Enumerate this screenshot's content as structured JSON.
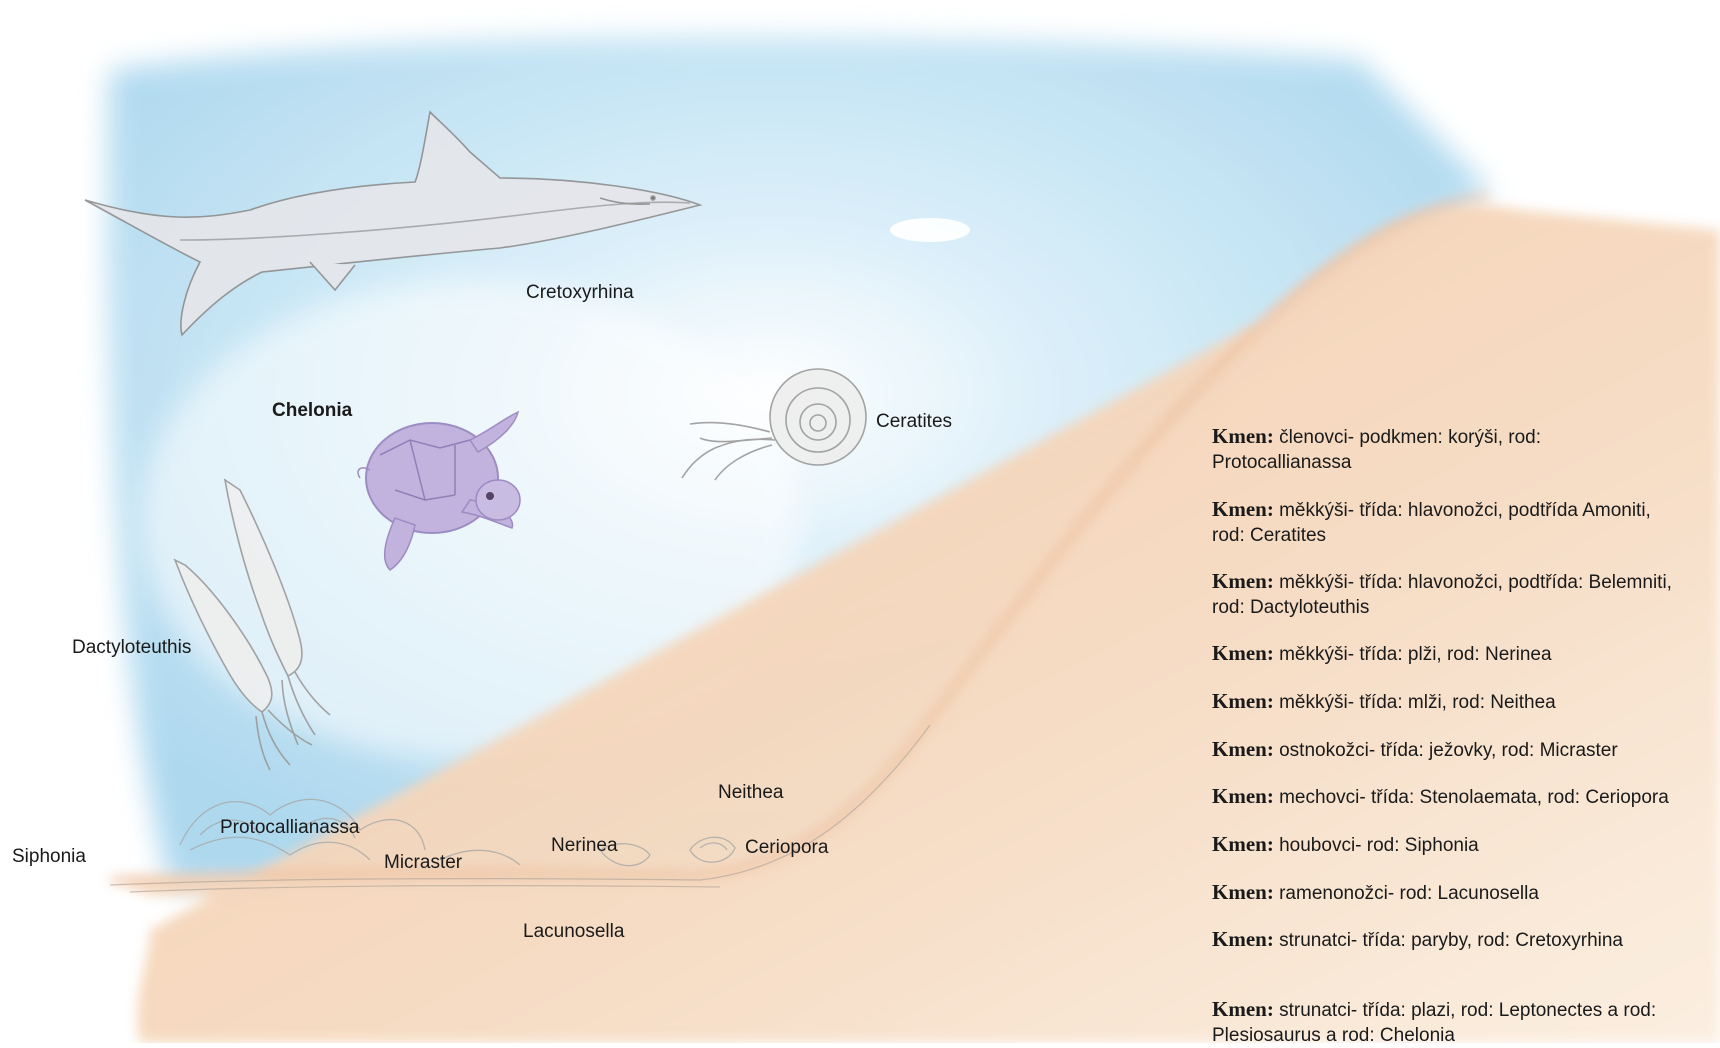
{
  "colors": {
    "water": "#a9d6ee",
    "water_pale": "#e9f5fb",
    "seabed": "#f1c6a0",
    "seabed_edge": "#f6dcc0",
    "turtle": "#b9a7d6",
    "sketch": "#9a9a9a"
  },
  "labels": {
    "cretoxyrhina": "Cretoxyrhina",
    "chelonia": "Chelonia",
    "ceratites": "Ceratites",
    "dactyloteuthis": "Dactyloteuthis",
    "siphonia": "Siphonia",
    "protocallianassa": "Protocallianassa",
    "micraster": "Micraster",
    "nerinea": "Nerinea",
    "neithea": "Neithea",
    "ceriopora": "Ceriopora",
    "lacunosella": "Lacunosella"
  },
  "legend": [
    {
      "key": "Kmen:",
      "text": " členovci- podkmen: korýši, rod:",
      "text2": "Protocallianassa"
    },
    {
      "key": "Kmen:",
      "text": " měkkýši- třída: hlavonožci, podtřída Amoniti,",
      "text2": "rod: Ceratites"
    },
    {
      "key": "Kmen:",
      "text": " měkkýši- třída: hlavonožci, podtřída: Belemniti,",
      "text2": "rod: Dactyloteuthis"
    },
    {
      "key": "Kmen:",
      "text": " měkkýši- třída: plži, rod: Nerinea",
      "text2": ""
    },
    {
      "key": "Kmen:",
      "text": " měkkýši- třída: mlži, rod: Neithea",
      "text2": ""
    },
    {
      "key": "Kmen:",
      "text": " ostnokožci- třída: ježovky, rod: Micraster",
      "text2": ""
    },
    {
      "key": "Kmen:",
      "text": " mechovci- třída: Stenolaemata, rod: Ceriopora",
      "text2": ""
    },
    {
      "key": "Kmen:",
      "text": " houbovci- rod: Siphonia",
      "text2": ""
    },
    {
      "key": "Kmen:",
      "text": " ramenonožci- rod: Lacunosella",
      "text2": ""
    },
    {
      "key": "Kmen:",
      "text": " strunatci- třída: paryby, rod: Cretoxyrhina",
      "text2": ""
    },
    {
      "key": "Kmen:",
      "text": " strunatci- třída: plazi, rod: Leptonectes a rod:",
      "text2": "Plesiosaurus a rod: Chelonia"
    }
  ]
}
